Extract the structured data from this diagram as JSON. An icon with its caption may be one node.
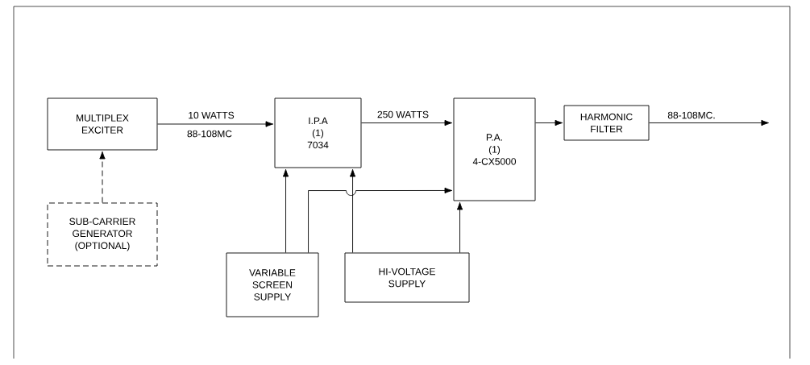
{
  "diagram": {
    "nodes": [
      {
        "text": [
          "MULTIPLEX EXCITER"
        ]
      },
      {
        "text": [
          "SUB-CARRIER GENERATOR (OPTIONAL)"
        ]
      },
      {
        "text": [
          "I.P.A (1) 7034"
        ]
      },
      {
        "text": [
          "P.A. (1) 4-CX5000"
        ]
      },
      {
        "text": [
          "HARMONIC FILTER"
        ]
      },
      {
        "text": [
          "VARIABLE SCREEN SUPPLY"
        ]
      },
      {
        "text": [
          "HI-VOLTAGE SUPPLY"
        ]
      }
    ],
    "edges": [
      {
        "from": 0,
        "to": 2,
        "arrow": "to",
        "label": "10 WATTS"
      },
      {
        "from": 1,
        "to": 0,
        "arrow": "to",
        "style": "dashed"
      },
      {
        "from": 2,
        "to": 3,
        "arrow": "to",
        "label": "250 WATTS"
      },
      {
        "from": 3,
        "to": 4,
        "arrow": "to"
      },
      {
        "from": 4,
        "to": null,
        "arrow": "to",
        "label": "88-108MC."
      },
      {
        "from": 5,
        "to": 2,
        "arrow": "to"
      },
      {
        "from": 5,
        "to": 3,
        "arrow": "to"
      },
      {
        "from": 6,
        "to": 2,
        "arrow": "to"
      },
      {
        "from": 6,
        "to": 3,
        "arrow": "to"
      }
    ],
    "labels": [
      "88-108MC"
    ]
  }
}
